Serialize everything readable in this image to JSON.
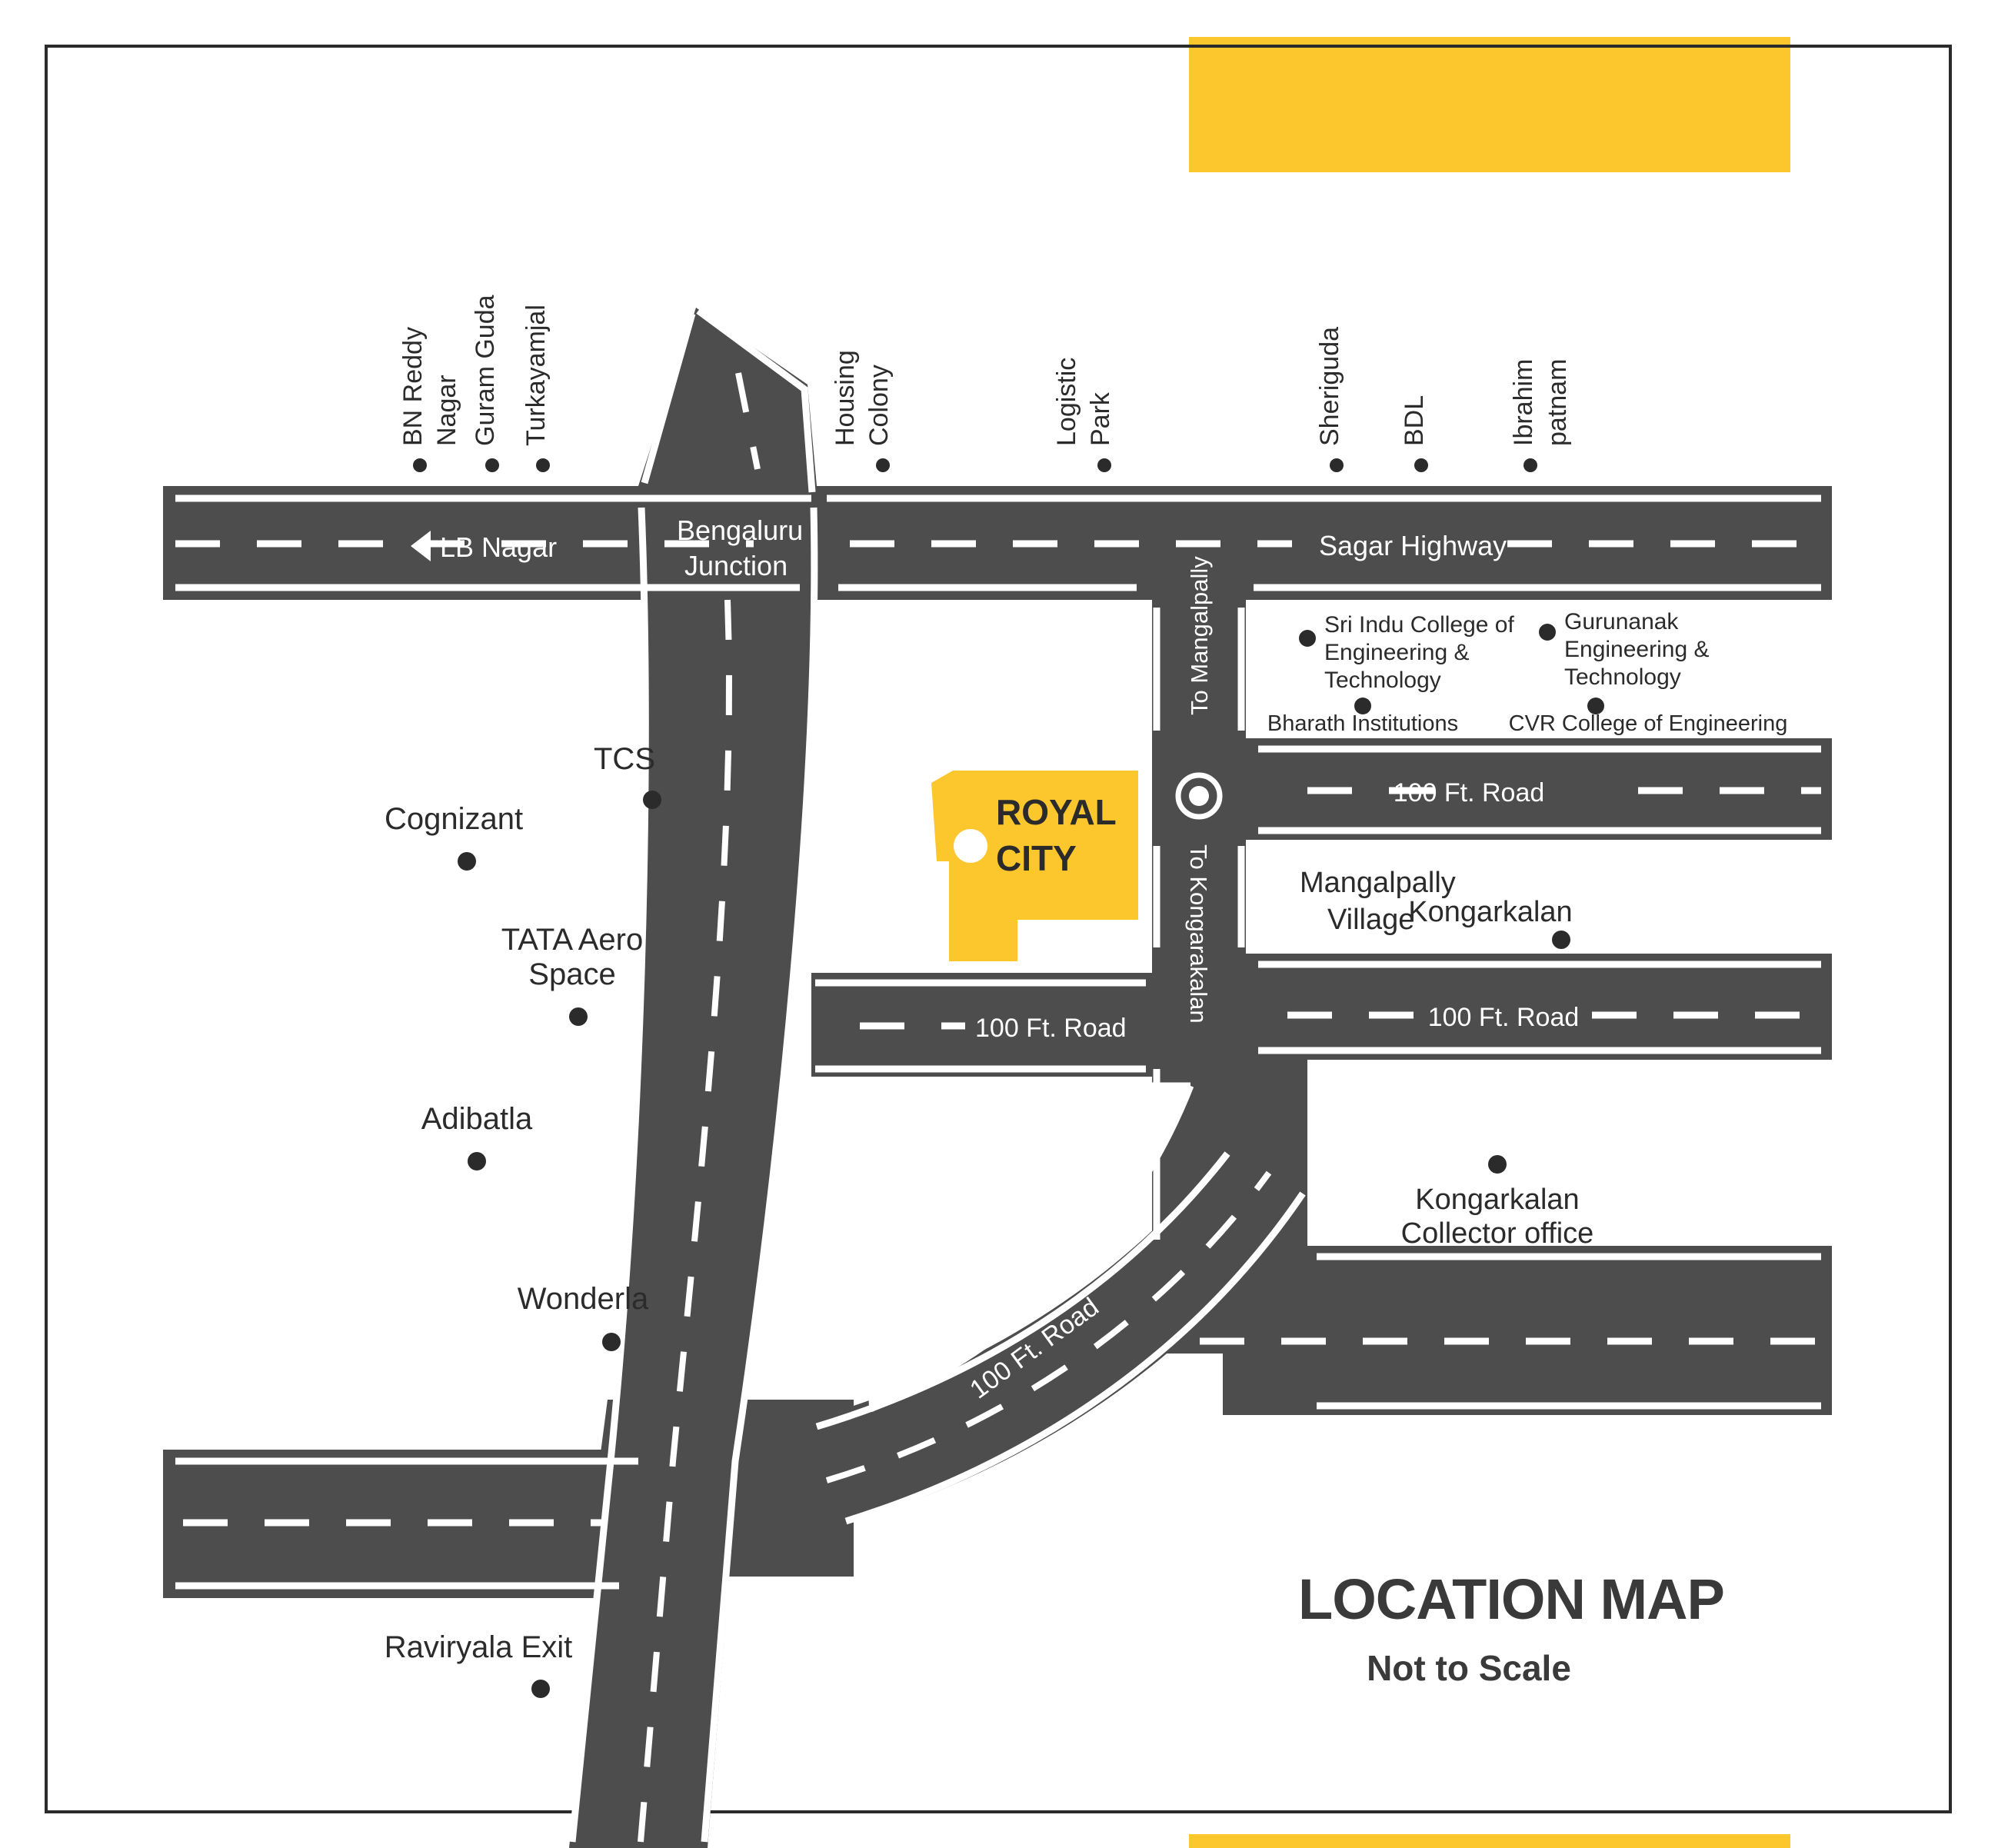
{
  "map": {
    "title": "LOCATION MAP",
    "subtitle": "Not to Scale",
    "project_name_line1": "ROYAL",
    "project_name_line2": "CITY",
    "accent_color": "#FCC62D",
    "road_color": "#4d4d4d",
    "text_color": "#2b2b2b"
  },
  "highway": {
    "name": "Sagar Highway",
    "junction": "Bengaluru Junction",
    "direction_label": "LB Nagar",
    "direction_arrow": "left-arrow-icon"
  },
  "vertical_road": {
    "to_north": "To Mangalpally",
    "to_south": "To Kongarakalan",
    "marker": "location-pin-icon"
  },
  "roads": [
    {
      "label": "100 Ft. Road",
      "position": "center-left"
    },
    {
      "label": "100 Ft. Road",
      "position": "right-upper"
    },
    {
      "label": "100 Ft. Road",
      "position": "right-lower"
    },
    {
      "label": "100 Ft. Road",
      "position": "diagonal"
    }
  ],
  "highway_top_labels": [
    {
      "label_line1": "BN Reddy",
      "label_line2": "Nagar"
    },
    {
      "label_line1": "Guram Guda",
      "label_line2": ""
    },
    {
      "label_line1": "Turkayamjal",
      "label_line2": ""
    },
    {
      "label_line1": "Housing",
      "label_line2": "Colony"
    },
    {
      "label_line1": "Logistic",
      "label_line2": "Park"
    },
    {
      "label_line1": "Sheriguda",
      "label_line2": ""
    },
    {
      "label_line1": "BDL",
      "label_line2": ""
    },
    {
      "label_line1": "Ibrahim",
      "label_line2": "patnam"
    }
  ],
  "poi_left": [
    {
      "label_line1": "TCS",
      "label_line2": ""
    },
    {
      "label_line1": "Cognizant",
      "label_line2": ""
    },
    {
      "label_line1": "TATA Aero",
      "label_line2": "Space"
    },
    {
      "label_line1": "Adibatla",
      "label_line2": ""
    },
    {
      "label_line1": "Wonderla",
      "label_line2": ""
    },
    {
      "label_line1": "Raviryala Exit",
      "label_line2": ""
    }
  ],
  "institutions": [
    {
      "label_line1": "Sri Indu College of",
      "label_line2": "Engineering &",
      "label_line3": "Technology"
    },
    {
      "label_line1": "Gurunanak",
      "label_line2": "Engineering &",
      "label_line3": "Technology"
    },
    {
      "label_line1": "Bharath Institutions",
      "label_line2": "",
      "label_line3": ""
    },
    {
      "label_line1": "CVR College of Engineering",
      "label_line2": "",
      "label_line3": ""
    }
  ],
  "villages": [
    {
      "label_line1": "Mangalpally",
      "label_line2": "Village"
    },
    {
      "label_line1": "Kongarkalan",
      "label_line2": ""
    },
    {
      "label_line1": "Kongarkalan",
      "label_line2": "Collector office"
    }
  ]
}
